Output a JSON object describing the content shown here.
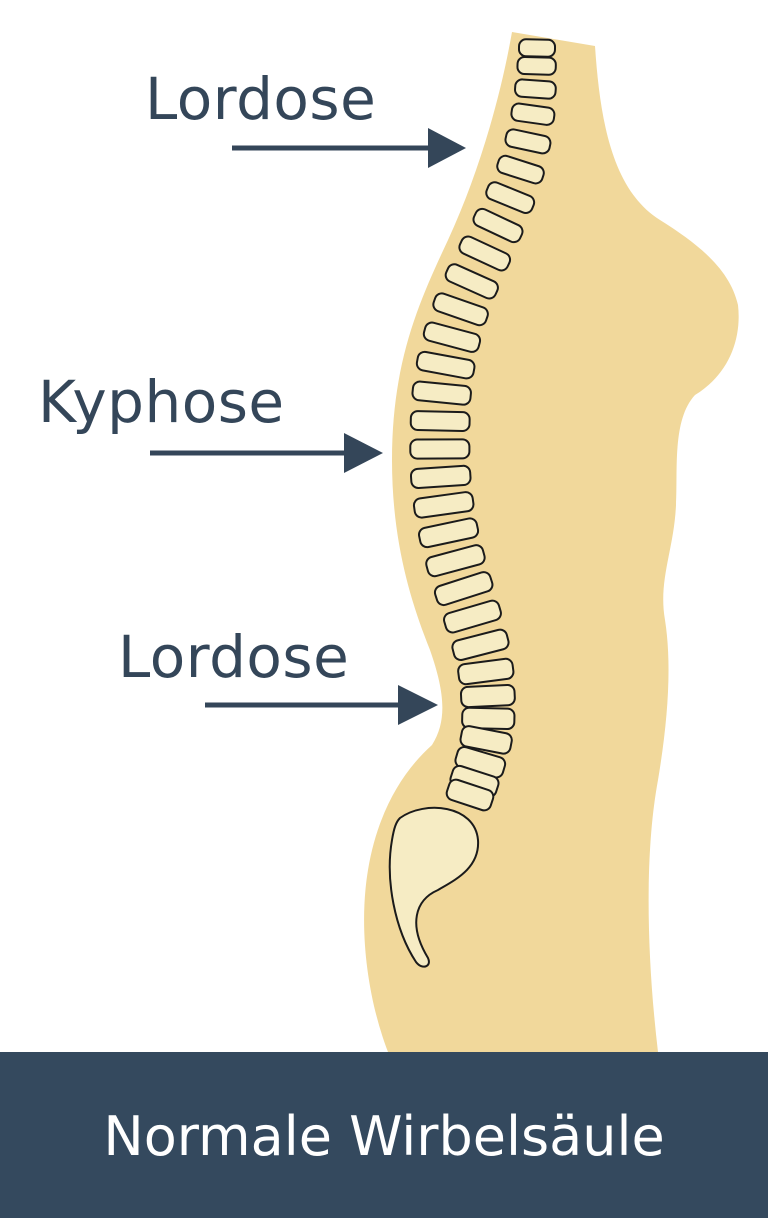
{
  "labels": {
    "cervical": "Lordose",
    "thoracic": "Kyphose",
    "lumbar": "Lordose"
  },
  "footer": {
    "title": "Normale Wirbelsäule"
  },
  "colors": {
    "body": "#f1d89b",
    "vertebra": "#f6ecc4",
    "outline": "#1b1b1b",
    "text": "#344659",
    "footer_bg": "#34495e",
    "footer_text": "#ffffff"
  }
}
